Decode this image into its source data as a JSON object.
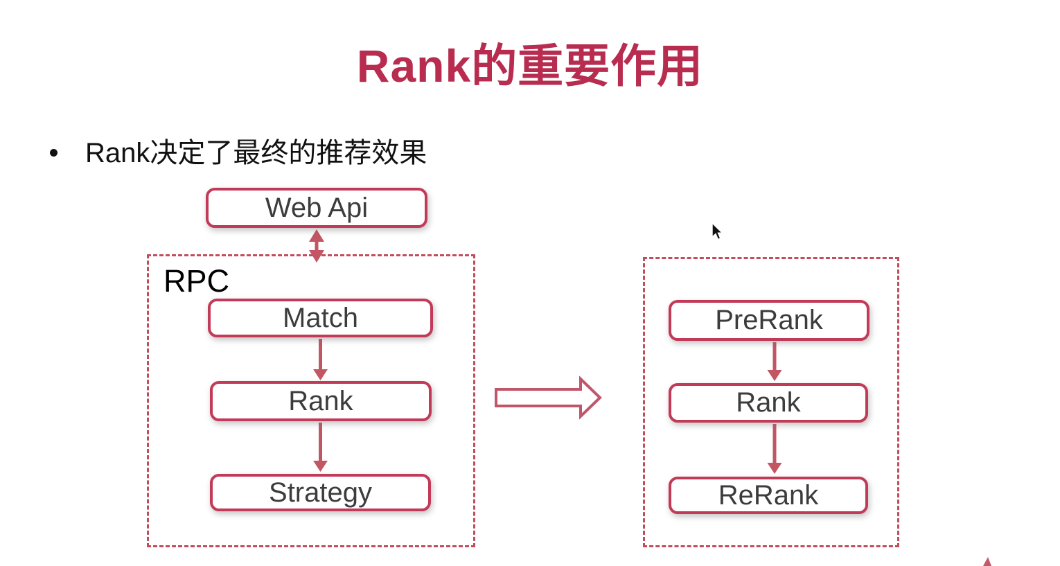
{
  "slide": {
    "title": "Rank的重要作用",
    "bullet": "Rank决定了最终的推荐效果"
  },
  "flow_left": {
    "api_box": "Web Api",
    "container_label": "RPC",
    "steps": [
      "Match",
      "Rank",
      "Strategy"
    ]
  },
  "flow_right": {
    "steps": [
      "PreRank",
      "Rank",
      "ReRank"
    ]
  },
  "icons": {
    "bullet": "bullet-dot-icon",
    "up_down_arrow": "bidirectional-arrow-icon",
    "down_arrow": "down-arrow-icon",
    "big_right_arrow": "right-block-arrow-icon",
    "cursor": "mouse-pointer-icon",
    "corner": "red-corner-mark-icon"
  },
  "colors": {
    "title": "#B82C50",
    "box_border": "#C23A58",
    "dashed_border": "#C04C5C",
    "arrow": "#C25663",
    "box_text": "#3C3C3C",
    "body_text": "#111111",
    "background": "#FFFFFF"
  }
}
